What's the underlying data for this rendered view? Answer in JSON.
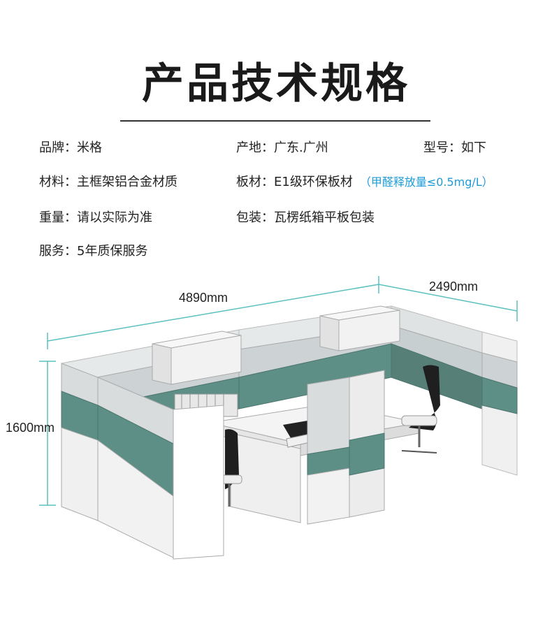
{
  "title": "产品技术规格",
  "specs": {
    "brand": "品牌：米格",
    "origin": "产地：广东.广州",
    "model": "型号：如下",
    "material": "材料：主框架铝合金材质",
    "board": "板材：E1级环保板材",
    "board_note": "（甲醛释放量≤0.5mg/L）",
    "weight": "重量：请以实际为准",
    "packaging": "包装：瓦楞纸箱平板包装",
    "service": "服务：5年质保服务"
  },
  "dimensions": {
    "length": "4890mm",
    "depth": "2490mm",
    "height": "1600mm"
  },
  "colors": {
    "dimension_line": "#5bc0be",
    "panel_teal": "#5e8f87",
    "frame_white": "#f4f4f4",
    "glass": "#cfd4d6",
    "accent_note": "#1e9bd7"
  }
}
